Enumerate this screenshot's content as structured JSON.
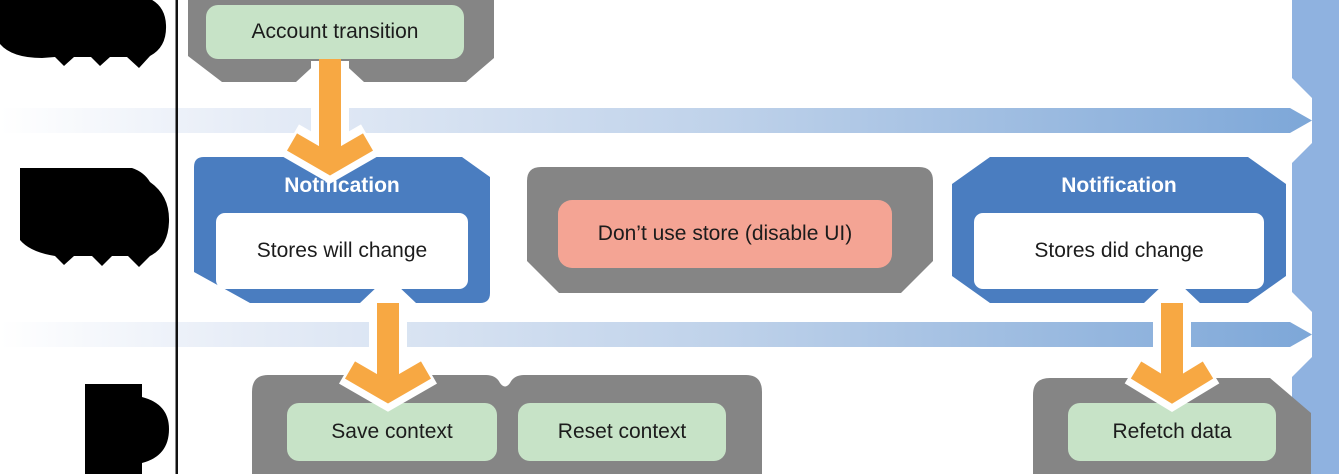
{
  "diagram": {
    "top_node": {
      "label": "Account transition"
    },
    "middle_row": {
      "notification_left": {
        "title": "Notification",
        "body": "Stores will change"
      },
      "warning": {
        "label": "Don’t use store (disable UI)"
      },
      "notification_right": {
        "title": "Notification",
        "body": "Stores did change"
      }
    },
    "bottom_row": {
      "save": {
        "label": "Save context"
      },
      "reset": {
        "label": "Reset context"
      },
      "refetch": {
        "label": "Refetch data"
      }
    },
    "colors": {
      "container_gray": "#858585",
      "notification_blue": "#4a7dc0",
      "action_green": "#c7e3c7",
      "warning_salmon": "#f4a494",
      "arrow_orange": "#f7a843",
      "timeline_bar_blue": "#8fb2e0",
      "band_gradient_end": "#7da7d8",
      "separator_black": "#111111"
    }
  }
}
